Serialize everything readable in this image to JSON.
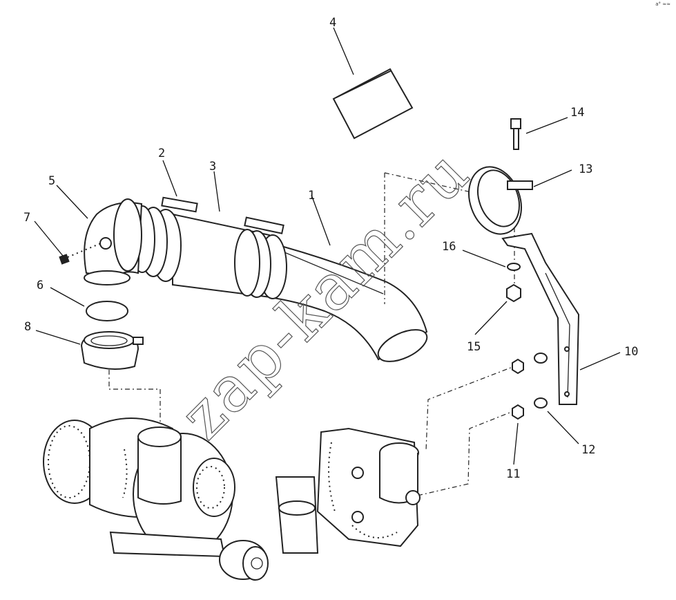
{
  "diagram": {
    "part_numbers": {
      "p1": "1",
      "p2": "2",
      "p3": "3",
      "p4": "4",
      "p5": "5",
      "p6": "6",
      "p7": "7",
      "p8": "8",
      "p10": "10",
      "p11": "11",
      "p12": "12",
      "p13": "13",
      "p14": "14",
      "p15": "15",
      "p16": "16"
    },
    "watermark": "zap-kam.ru",
    "corner_mark": "a° ≈≈"
  }
}
